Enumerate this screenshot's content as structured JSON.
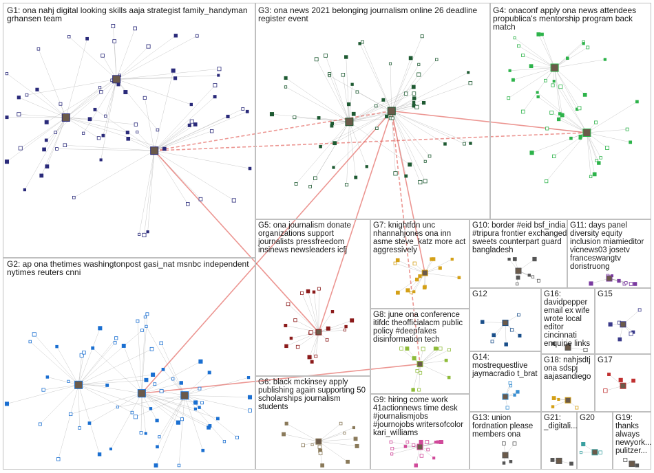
{
  "groups": [
    {
      "id": "G1",
      "label": "G1: ona nahj digital looking skills aaja strategist family_handyman grhansen team",
      "color": "#2a2a7a"
    },
    {
      "id": "G2",
      "label": "G2: ap ona thetimes washingtonpost gasi_nat msnbc independent nytimes reuters cnni",
      "color": "#1a6fd1"
    },
    {
      "id": "G3",
      "label": "G3: ona news 2021 belonging journalism online 26 deadline register event",
      "color": "#1e5a32"
    },
    {
      "id": "G4",
      "label": "G4: onaconf apply ona news attendees propublica's mentorship program back match",
      "color": "#2db34a"
    },
    {
      "id": "G5",
      "label": "G5: ona journalism donate organizations support journalists pressfreedom insinews newsleaders icfj",
      "color": "#8b1a1a"
    },
    {
      "id": "G6",
      "label": "G6: black mckinsey apply publishing again supporting 50 scholarships journalism students",
      "color": "#8a7a5a"
    },
    {
      "id": "G7",
      "label": "G7: knightfdn unc nhannahjones ona inn asme steve_katz more act aggressively",
      "color": "#d4a017"
    },
    {
      "id": "G8",
      "label": "G8: june ona conference itifdc theofficialacm public policy #deepfakes disinformation tech",
      "color": "#8fbc3a"
    },
    {
      "id": "G9",
      "label": "G9: hiring come work 41actionnews time desk #journalismjobs #journojobs writersofcolor kari_williams",
      "color": "#d04a9a"
    },
    {
      "id": "G10",
      "label": "G10: border #eid bsf_india #tripura frontier exchanged sweets counterpart guard bangladesh",
      "color": "#555555"
    },
    {
      "id": "G11",
      "label": "G11: days panel diversity equity inclusion miamieditor vicnews03 josetv franceswangtv doristruong",
      "color": "#7a3aa0"
    },
    {
      "id": "G12",
      "label": "G12",
      "color": "#1a4f8a"
    },
    {
      "id": "G13",
      "label": "G13: union fordnation please members ona",
      "color": "#555555"
    },
    {
      "id": "G14",
      "label": "G14: mostrequestlive jaymacradio t_brat",
      "color": "#3a8fd1"
    },
    {
      "id": "G15",
      "label": "G15",
      "color": "#3a3a8a"
    },
    {
      "id": "G16",
      "label": "G16: davidpepper email ex wife wrote local editor cincinnati enquirie links",
      "color": "#555555"
    },
    {
      "id": "G17",
      "label": "G17",
      "color": "#c03030"
    },
    {
      "id": "G18",
      "label": "G18: nahjsdtj ona sdspj aajasandiego",
      "color": "#d4a017"
    },
    {
      "id": "G19",
      "label": "G19: thanks always newyork... pulitzer...",
      "color": "#555555"
    },
    {
      "id": "G20",
      "label": "G20",
      "color": "#3aa0a0"
    },
    {
      "id": "G21",
      "label": "G21: _digitali...",
      "color": "#555555"
    }
  ]
}
